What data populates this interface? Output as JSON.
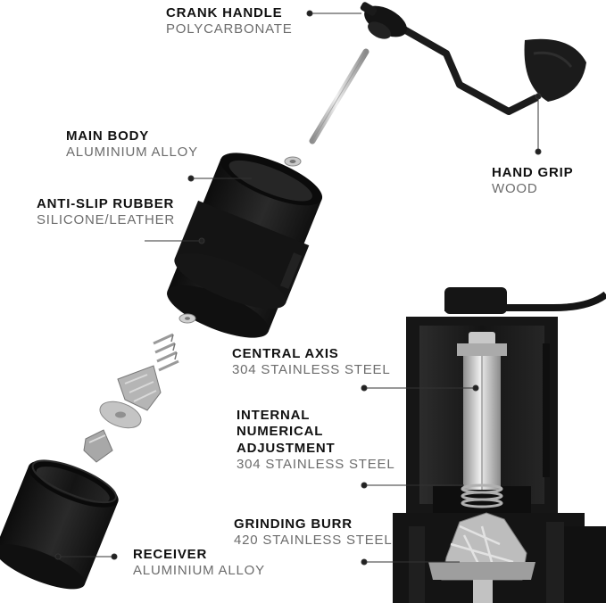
{
  "labels": {
    "crank_handle": {
      "title": "CRANK HANDLE",
      "material": "POLYCARBONATE"
    },
    "main_body": {
      "title": "MAIN BODY",
      "material": "ALUMINIUM ALLOY"
    },
    "anti_slip_rubber": {
      "title": "ANTI-SLIP RUBBER",
      "material": "SILICONE/LEATHER"
    },
    "hand_grip": {
      "title": "HAND GRIP",
      "material": "WOOD"
    },
    "central_axis": {
      "title": "CENTRAL AXIS",
      "material": "304 STAINLESS STEEL"
    },
    "internal_adjustment": {
      "title_lines": [
        "INTERNAL",
        "NUMERICAL",
        "ADJUSTMENT"
      ],
      "material": "304 STAINLESS STEEL"
    },
    "grinding_burr": {
      "title": "GRINDING BURR",
      "material": "420 STAINLESS STEEL"
    },
    "receiver": {
      "title": "RECEIVER",
      "material": "ALUMINIUM ALLOY"
    }
  },
  "colors": {
    "part_black": "#1a1a1a",
    "steel": "#b9b9b9",
    "label_dark": "#111111",
    "label_gray": "#6c6c6c",
    "leader_line": "#333333"
  }
}
